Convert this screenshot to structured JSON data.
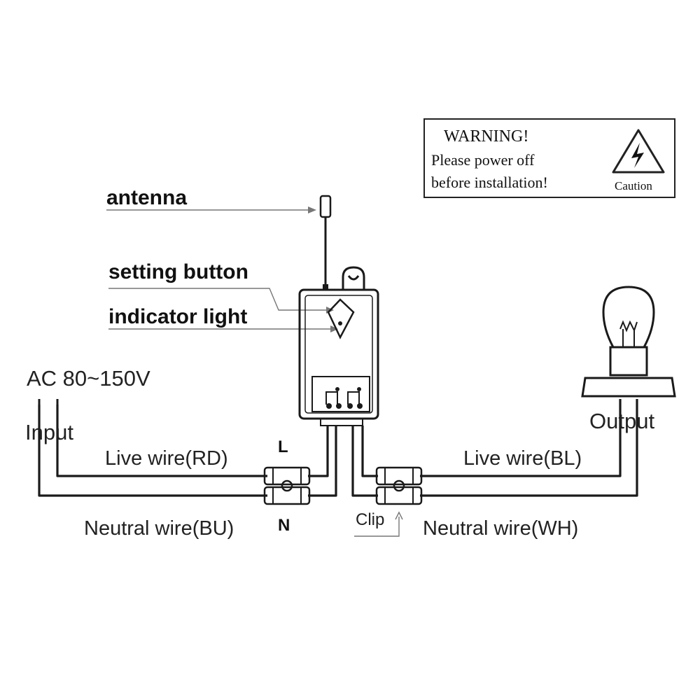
{
  "warning": {
    "title": "WARNING!",
    "line1": "Please power off",
    "line2": "before installation!",
    "caution": "Caution"
  },
  "labels": {
    "antenna": "antenna",
    "setting_button": "setting button",
    "indicator_light": "indicator light",
    "ac_voltage": "AC 80~150V",
    "input": "Input",
    "output": "Output",
    "live_in": "Live wire(RD)",
    "neutral_in": "Neutral wire(BU)",
    "live_out": "Live wire(BL)",
    "neutral_out": "Neutral wire(WH)",
    "l": "L",
    "n": "N",
    "clip": "Clip"
  },
  "icons": {
    "caution": "high-voltage-triangle-icon",
    "bulb": "light-bulb-icon",
    "clip_arrow": "up-arrow-icon"
  }
}
